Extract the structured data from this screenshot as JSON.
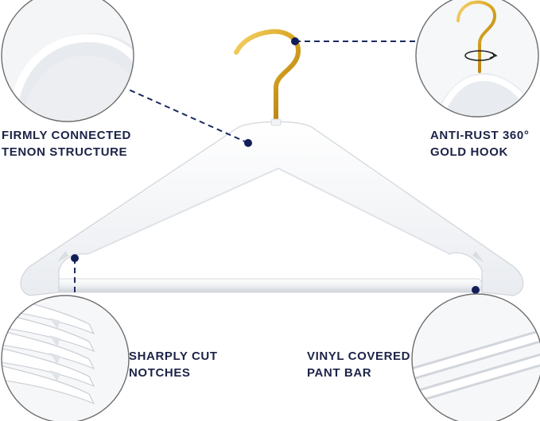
{
  "callouts": {
    "tenon": {
      "line1": "FIRMLY CONNECTED",
      "line2": "TENON STRUCTURE",
      "icon": "tenon-closeup"
    },
    "hook": {
      "line1": "ANTI-RUST 360°",
      "line2": "GOLD HOOK",
      "icon": "rotating-hook-closeup"
    },
    "notches": {
      "line1": "SHARPLY CUT",
      "line2": "NOTCHES",
      "icon": "stacked-notches-closeup"
    },
    "bar": {
      "line1": "VINYL COVERED",
      "line2": "PANT BAR",
      "icon": "pant-bar-closeup"
    }
  },
  "colors": {
    "label_text": "#1c2347",
    "leader_line": "#1c2a5e",
    "dot": "#101e5a",
    "circle_border": "#6e6e6e",
    "gold": "#d9a521"
  }
}
